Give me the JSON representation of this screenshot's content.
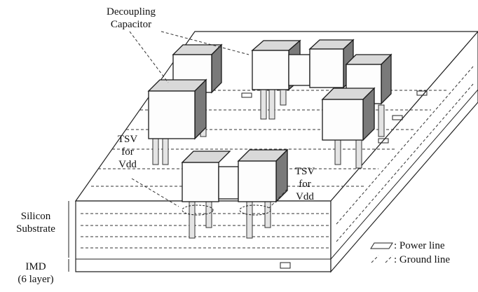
{
  "labels": {
    "decoupling_line1": "Decoupling",
    "decoupling_line2": "Capacitor",
    "tsv_left_line1": "TSV",
    "tsv_left_line2": "for",
    "tsv_left_line3": "Vdd",
    "tsv_right_line1": "TSV",
    "tsv_right_line2": "for",
    "tsv_right_line3": "Vdd",
    "silicon_line1": "Silicon",
    "silicon_line2": "Substrate",
    "imd_line1": "IMD",
    "imd_line2": "(6 layer)"
  },
  "legend": {
    "power_line": ": Power line",
    "ground_line": ": Ground line"
  }
}
